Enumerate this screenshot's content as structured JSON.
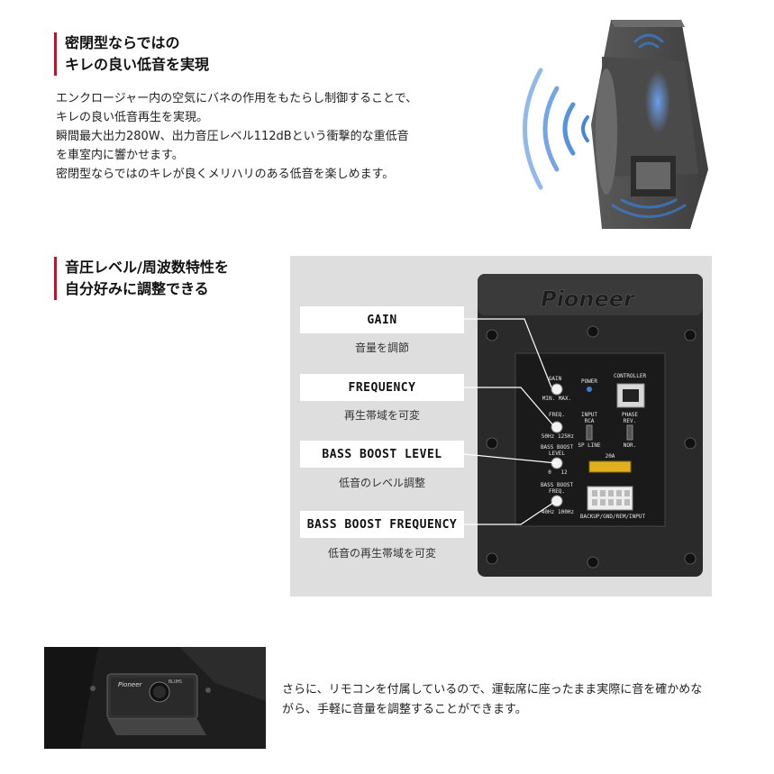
{
  "section1": {
    "heading_line1": "密閉型ならではの",
    "heading_line2": "キレの良い低音を実現",
    "body_lines": [
      "エンクロージャー内の空気にバネの作用をもたらし制御することで、",
      "キレの良い低音再生を実現。",
      "瞬間最大出力280W、出力音圧レベル112dBという衝撃的な重低音",
      "を車室内に響かせます。",
      "密閉型ならではのキレが良くメリハリのある低音を楽しめます。"
    ]
  },
  "section2": {
    "heading_line1": "音圧レベル/周波数特性を",
    "heading_line2": "自分好みに調整できる",
    "callouts": [
      {
        "label": "GAIN",
        "desc": "音量を調節"
      },
      {
        "label": "FREQUENCY",
        "desc": "再生帯域を可変"
      },
      {
        "label": "BASS BOOST LEVEL",
        "desc": "低音のレベル調整"
      },
      {
        "label": "BASS BOOST FREQUENCY",
        "desc": "低音の再生帯域を可変"
      }
    ],
    "panel": {
      "brand": "Pioneer",
      "gain_label": "GAIN",
      "gain_min": "MIN.",
      "gain_max": "MAX.",
      "power_label": "POWER",
      "controller_label": "CONTROLLER",
      "freq_label": "FREQ.",
      "freq_min": "50Hz",
      "freq_max": "125Hz",
      "input_label": "INPUT",
      "input_rca": "RCA",
      "input_sp": "SP LINE",
      "phase_label": "PHASE",
      "phase_rev": "REV.",
      "phase_nor": "NOR.",
      "bb_level_label1": "BASS BOOST",
      "bb_level_label2": "LEVEL",
      "bb_level_min": "0",
      "bb_level_max": "12",
      "fuse_label": "20A",
      "bb_freq_label1": "BASS BOOST",
      "bb_freq_label2": "FREQ.",
      "bb_freq_min": "40Hz",
      "bb_freq_max": "100Hz",
      "connector_label": "BACKUP/GND/REM/INPUT"
    }
  },
  "section3": {
    "remote_brand": "Pioneer",
    "remote_model": "BLUHS",
    "body_lines": [
      "さらに、リモコンを付属しているので、運転席に座ったまま実際に音を確かめな",
      "がら、手軽に音量を調整することができます。"
    ]
  },
  "colors": {
    "accent": "#c0102a",
    "panel_bg": "#dedede",
    "amp_body": "#2a2a2a",
    "wave_blue": "#3a7fd8"
  }
}
